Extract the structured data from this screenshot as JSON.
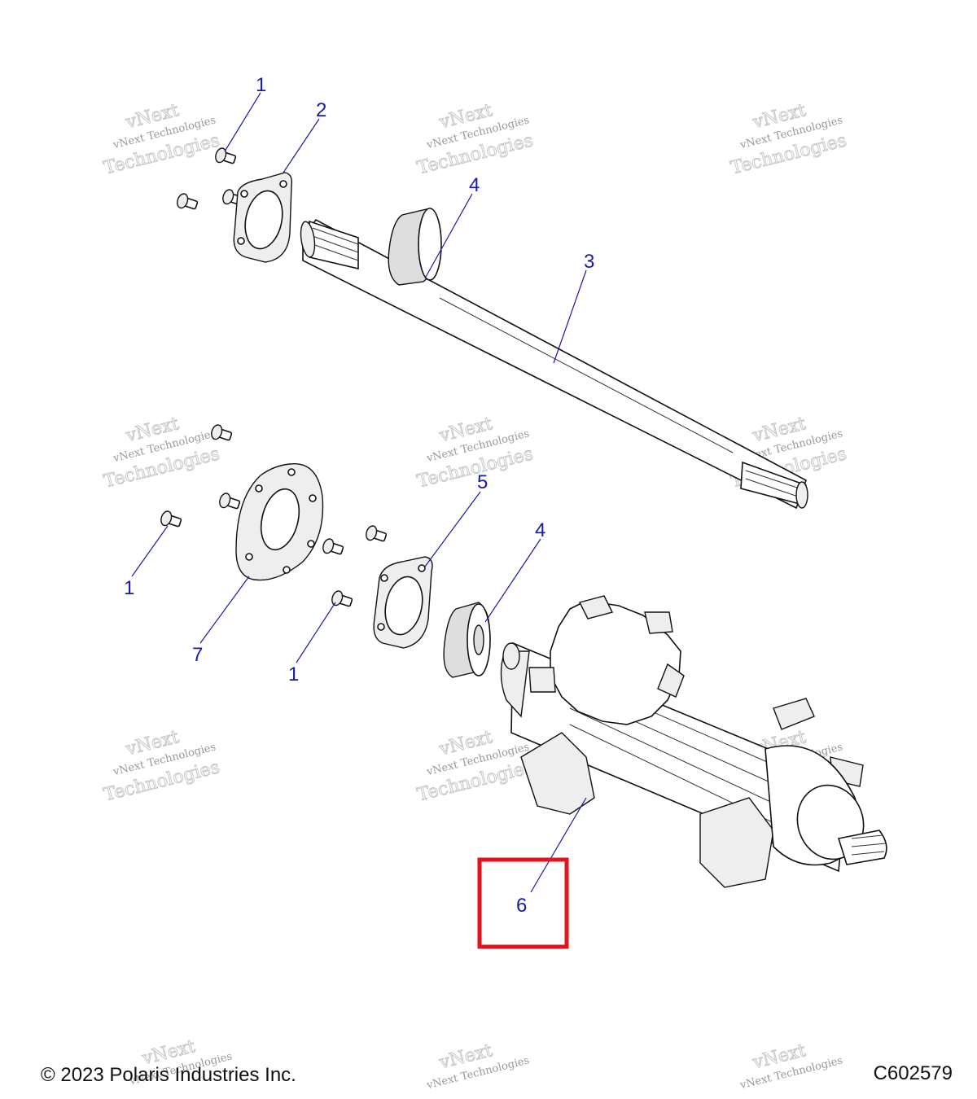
{
  "callouts": [
    {
      "id": "c1a",
      "label": "1"
    },
    {
      "id": "c2",
      "label": "2"
    },
    {
      "id": "c4a",
      "label": "4"
    },
    {
      "id": "c3",
      "label": "3"
    },
    {
      "id": "c5",
      "label": "5"
    },
    {
      "id": "c4b",
      "label": "4"
    },
    {
      "id": "c1b",
      "label": "1"
    },
    {
      "id": "c7",
      "label": "7"
    },
    {
      "id": "c1c",
      "label": "1"
    },
    {
      "id": "c6",
      "label": "6"
    }
  ],
  "watermark": {
    "line1": "vNext Technologies",
    "line2": "Technologies",
    "line3": "vNext"
  },
  "footer": {
    "copyright": "© 2023 Polaris Industries Inc.",
    "figure_id": "C602579"
  },
  "colors": {
    "callout": "#1a1aa8",
    "highlight": "#e0141e"
  }
}
